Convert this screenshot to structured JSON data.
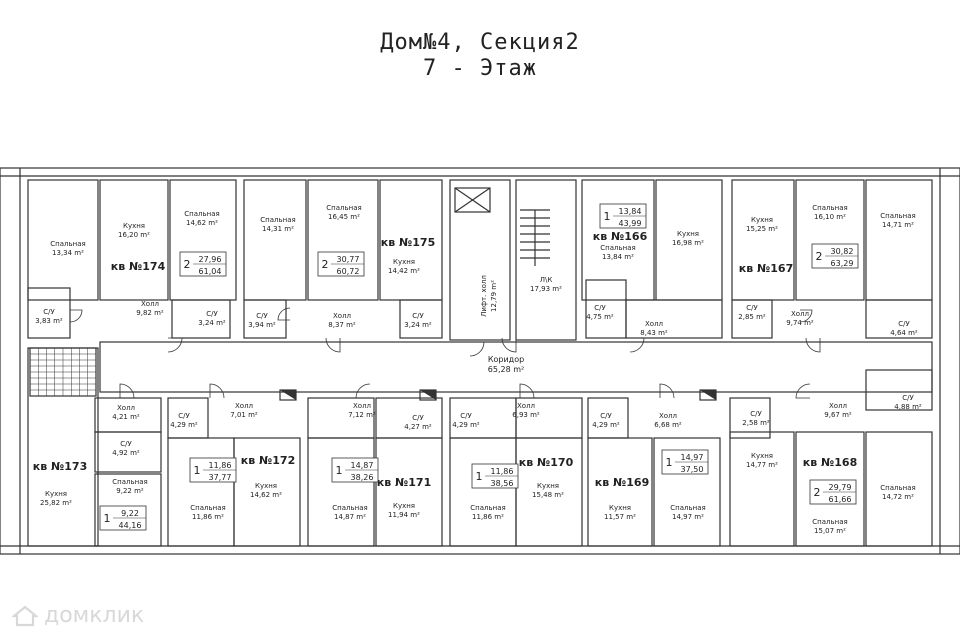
{
  "title": {
    "line1": "Дом№4, Секция2",
    "line2": "7 - Этаж"
  },
  "watermark": "домклик",
  "corridor": {
    "label": "Коридор",
    "area": "65,28 m²"
  },
  "apartments": [
    {
      "no": "кв №174",
      "n": "2",
      "living": "27,96",
      "total": "61,04"
    },
    {
      "no": "кв №175",
      "n": "2",
      "living": "30,77",
      "total": "60,72"
    },
    {
      "no": "кв №166",
      "n": "1",
      "living": "13,84",
      "total": "43,99"
    },
    {
      "no": "кв №167",
      "n": "2",
      "living": "30,82",
      "total": "63,29"
    },
    {
      "no": "кв №173",
      "n": "1",
      "living": "9,22",
      "total": "44,16"
    },
    {
      "no": "кв №172",
      "n": "1",
      "living": "11,86",
      "total": "37,77"
    },
    {
      "no": "кв №171",
      "n": "1",
      "living": "14,87",
      "total": "38,26"
    },
    {
      "no": "кв №170",
      "n": "1",
      "living": "11,86",
      "total": "38,56"
    },
    {
      "no": "кв №169",
      "n": "1",
      "living": "14,97",
      "total": "37,50"
    },
    {
      "no": "кв №168",
      "n": "2",
      "living": "29,79",
      "total": "61,66"
    }
  ],
  "rooms": [
    {
      "name": "Спальная",
      "area": "13,34 m²"
    },
    {
      "name": "Кухня",
      "area": "16,20 m²"
    },
    {
      "name": "Спальная",
      "area": "14,62 m²"
    },
    {
      "name": "С/У",
      "area": "3,83 m²"
    },
    {
      "name": "Холл",
      "area": "9,82 m²"
    },
    {
      "name": "С/У",
      "area": "3,24 m²"
    },
    {
      "name": "Спальная",
      "area": "14,31 m²"
    },
    {
      "name": "Спальная",
      "area": "16,45 m²"
    },
    {
      "name": "Кухня",
      "area": "14,42 m²"
    },
    {
      "name": "С/У",
      "area": "3,94 m²"
    },
    {
      "name": "Холл",
      "area": "8,37 m²"
    },
    {
      "name": "С/У",
      "area": "3,24 m²"
    },
    {
      "name": "Лифт. холл",
      "area": "12,79 m²"
    },
    {
      "name": "Л\\К",
      "area": "17,93 m²"
    },
    {
      "name": "Спальная",
      "area": "13,84 m²"
    },
    {
      "name": "Кухня",
      "area": "16,98 m²"
    },
    {
      "name": "С/У",
      "area": "4,75 m²"
    },
    {
      "name": "Холл",
      "area": "8,43 m²"
    },
    {
      "name": "Кухня",
      "area": "15,25 m²"
    },
    {
      "name": "Спальная",
      "area": "16,10 m²"
    },
    {
      "name": "Спальная",
      "area": "14,71 m²"
    },
    {
      "name": "С/У",
      "area": "2,85 m²"
    },
    {
      "name": "Холл",
      "area": "9,74 m²"
    },
    {
      "name": "С/У",
      "area": "4,64 m²"
    },
    {
      "name": "Холл",
      "area": "4,21 m²"
    },
    {
      "name": "С/У",
      "area": "4,92 m²"
    },
    {
      "name": "Спальная",
      "area": "9,22 m²"
    },
    {
      "name": "Кухня",
      "area": "25,82 m²"
    },
    {
      "name": "С/У",
      "area": "4,29 m²"
    },
    {
      "name": "Холл",
      "area": "7,01 m²"
    },
    {
      "name": "Спальная",
      "area": "11,86 m²"
    },
    {
      "name": "Кухня",
      "area": "14,62 m²"
    },
    {
      "name": "Холл",
      "area": "7,12 m²"
    },
    {
      "name": "С/У",
      "area": "4,27 m²"
    },
    {
      "name": "Спальная",
      "area": "14,87 m²"
    },
    {
      "name": "Кухня",
      "area": "11,94 m²"
    },
    {
      "name": "С/У",
      "area": "4,29 m²"
    },
    {
      "name": "Холл",
      "area": "6,93 m²"
    },
    {
      "name": "Спальная",
      "area": "11,86 m²"
    },
    {
      "name": "Кухня",
      "area": "15,48 m²"
    },
    {
      "name": "С/У",
      "area": "4,29 m²"
    },
    {
      "name": "Холл",
      "area": "6,68 m²"
    },
    {
      "name": "Кухня",
      "area": "11,57 m²"
    },
    {
      "name": "Спальная",
      "area": "14,97 m²"
    },
    {
      "name": "С/У",
      "area": "2,58 m²"
    },
    {
      "name": "Холл",
      "area": "9,67 m²"
    },
    {
      "name": "С/У",
      "area": "4,88 m²"
    },
    {
      "name": "Кухня",
      "area": "14,77 m²"
    },
    {
      "name": "Спальная",
      "area": "15,07 m²"
    },
    {
      "name": "Спальная",
      "area": "14,72 m²"
    }
  ]
}
